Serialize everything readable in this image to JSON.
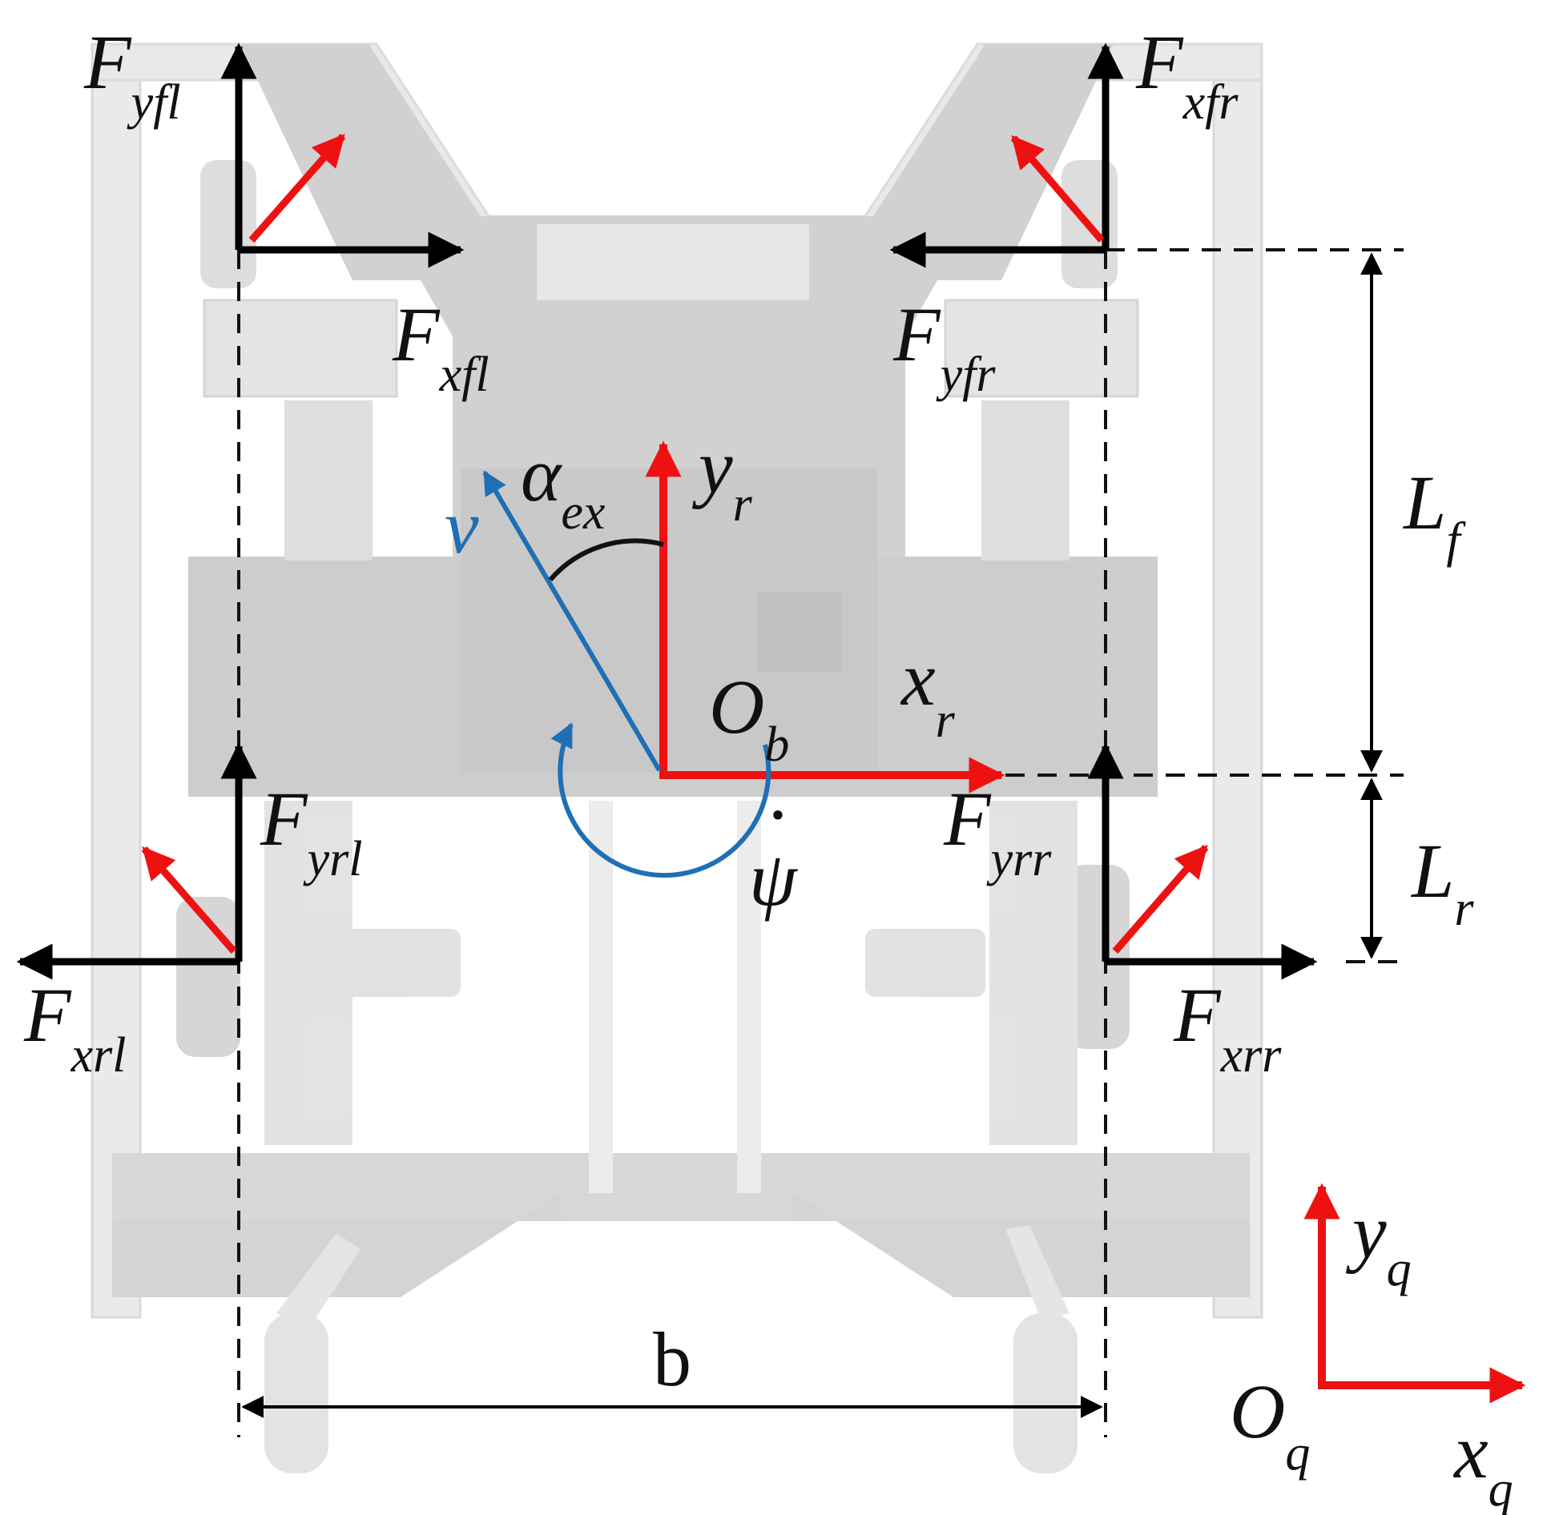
{
  "colors": {
    "force_arrow": "#000000",
    "wheel_direction_arrow": "#ee1111",
    "frame_axis": "#ee1111",
    "velocity": "#1f6fb5",
    "chassis": "#c9c9c9",
    "chassis_light": "#e6e6e6"
  },
  "forces": {
    "fyfl": {
      "main": "F",
      "sub": "yfl"
    },
    "fxfl": {
      "main": "F",
      "sub": "xfl"
    },
    "fxfr": {
      "main": "F",
      "sub": "xfr"
    },
    "fyfr": {
      "main": "F",
      "sub": "yfr"
    },
    "fyrl": {
      "main": "F",
      "sub": "yrl"
    },
    "fxrl": {
      "main": "F",
      "sub": "xrl"
    },
    "fyrr": {
      "main": "F",
      "sub": "yrr"
    },
    "fxrr": {
      "main": "F",
      "sub": "xrr"
    }
  },
  "body_frame": {
    "origin": {
      "main": "O",
      "sub": "b"
    },
    "x_axis": {
      "main": "x",
      "sub": "r"
    },
    "y_axis": {
      "main": "y",
      "sub": "r"
    }
  },
  "ground_frame": {
    "origin": {
      "main": "O",
      "sub": "q"
    },
    "x_axis": {
      "main": "x",
      "sub": "q"
    },
    "y_axis": {
      "main": "y",
      "sub": "q"
    }
  },
  "velocity_label": "v",
  "angle_label": {
    "main": "α",
    "sub": "ex"
  },
  "yaw_rate_label": "ψ",
  "yaw_rate_dot": "·",
  "dimensions": {
    "front_length": {
      "main": "L",
      "sub": "f"
    },
    "rear_length": {
      "main": "L",
      "sub": "r"
    },
    "track_width": "b"
  }
}
